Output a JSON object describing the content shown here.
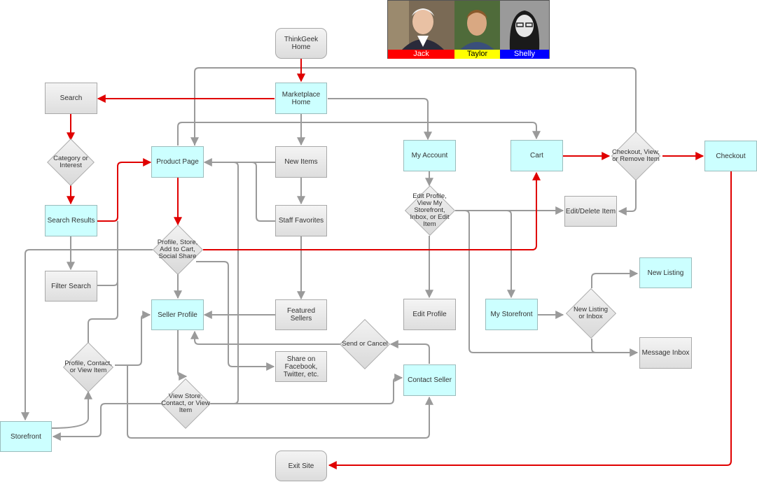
{
  "nodes": {
    "thinkgeek_home": "ThinkGeek Home",
    "marketplace_home": "Marketplace Home",
    "search": "Search",
    "category_or_interest": "Category or Interest",
    "search_results": "Search Results",
    "filter_search": "Filter Search",
    "product_page": "Product Page",
    "new_items": "New Items",
    "staff_favorites": "Staff Favorites",
    "profile_store_cart_share": "Profile, Store, Add to Cart, Social Share",
    "seller_profile": "Seller Profile",
    "featured_sellers": "Featured Sellers",
    "share_on_facebook": "Share on Facebook, Twitter, etc.",
    "send_or_cancel": "Send or Cancel",
    "profile_contact_view": "Profile, Contact, or View Item",
    "view_store_contact_view": "View Store, Contact, or View Item",
    "storefront": "Storefront",
    "contact_seller": "Contact Seller",
    "exit_site": "Exit Site",
    "my_account": "My Account",
    "edit_profile_options": "Edit Profile, View My Storefront, Inbox, or Edit Item",
    "edit_profile": "Edit Profile",
    "my_storefront": "My Storefront",
    "new_listing_or_inbox": "New Listing or Inbox",
    "new_listing": "New Listing",
    "message_inbox": "Message Inbox",
    "cart": "Cart",
    "checkout_view_remove": "Checkout, View, or Remove Item",
    "edit_delete_item": "Edit/Delete Item",
    "checkout": "Checkout"
  },
  "team": [
    {
      "name": "Jack",
      "color": "#ff0000",
      "text_color": "#ffffff"
    },
    {
      "name": "Taylor",
      "color": "#ffff00",
      "text_color": "#000000"
    },
    {
      "name": "Shelly",
      "color": "#0000ff",
      "text_color": "#ffffff"
    }
  ],
  "colors": {
    "highlight_flow": "#e00000",
    "normal_flow": "#9a9a9a",
    "action_box": "#ccffff",
    "page_box": "#e8e8e8"
  }
}
